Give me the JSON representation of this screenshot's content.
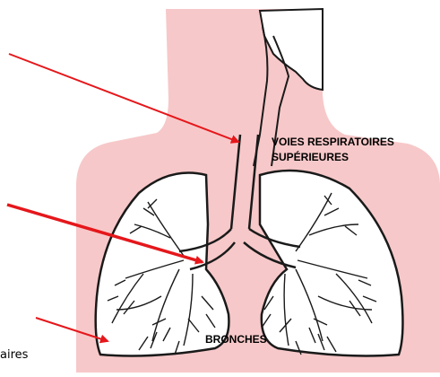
{
  "labels": {
    "upper_airways_line1": "VOIES RESPIRATOIRES",
    "upper_airways_line2": "SUPÉRIEURES",
    "bronchi": "BRONCHES",
    "partial_left": "aires"
  },
  "colors": {
    "body_silhouette": "#f7c8c9",
    "lung_fill": "#ffffff",
    "outline": "#1a1a1a",
    "arrow": "#e5171b"
  },
  "pointers": {
    "count": 3
  }
}
